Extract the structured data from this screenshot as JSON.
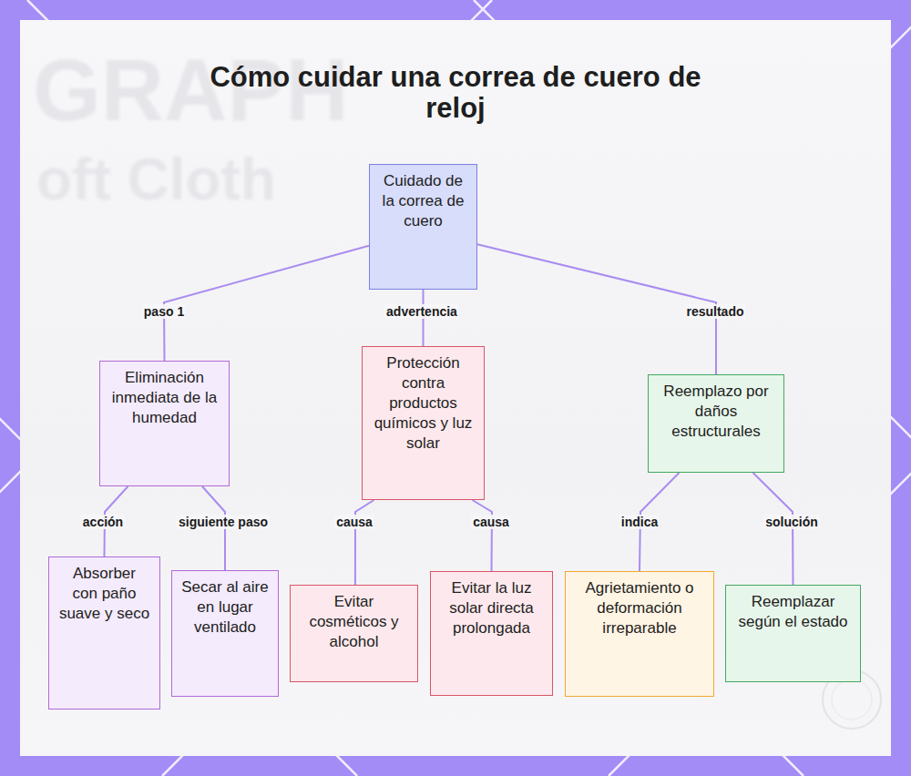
{
  "diagram": {
    "title": "Cómo cuidar una correa de cuero de reloj",
    "nodes": [
      {
        "text": [
          "Cuidado de la correa de cuero"
        ]
      },
      {
        "text": [
          "Eliminación inmediata de la humedad"
        ]
      },
      {
        "text": [
          "Protección contra productos químicos y luz solar"
        ]
      },
      {
        "text": [
          "Reemplazo por daños estructurales"
        ]
      },
      {
        "text": [
          "Absorber con paño suave y seco"
        ]
      },
      {
        "text": [
          "Secar al aire en lugar ventilado"
        ]
      },
      {
        "text": [
          "Evitar cosméticos y alcohol"
        ]
      },
      {
        "text": [
          "Evitar la luz solar directa prolongada"
        ]
      },
      {
        "text": [
          "Agrietamiento o deformación irreparable"
        ]
      },
      {
        "text": [
          "Reemplazar según el estado"
        ]
      }
    ],
    "edges": [
      {
        "from": 0,
        "to": 1,
        "label": "paso 1",
        "arrow": "none"
      },
      {
        "from": 0,
        "to": 2,
        "label": "advertencia",
        "arrow": "none"
      },
      {
        "from": 0,
        "to": 3,
        "label": "resultado",
        "arrow": "none"
      },
      {
        "from": 1,
        "to": 4,
        "label": "acción",
        "arrow": "none"
      },
      {
        "from": 1,
        "to": 5,
        "label": "siguiente paso",
        "arrow": "none"
      },
      {
        "from": 2,
        "to": 6,
        "label": "causa",
        "arrow": "none"
      },
      {
        "from": 2,
        "to": 7,
        "label": "causa",
        "arrow": "none"
      },
      {
        "from": 3,
        "to": 8,
        "label": "indica",
        "arrow": "none"
      },
      {
        "from": 3,
        "to": 9,
        "label": "solución",
        "arrow": "none"
      }
    ],
    "labels": [
      "GRAPH",
      "oft Cloth"
    ]
  }
}
